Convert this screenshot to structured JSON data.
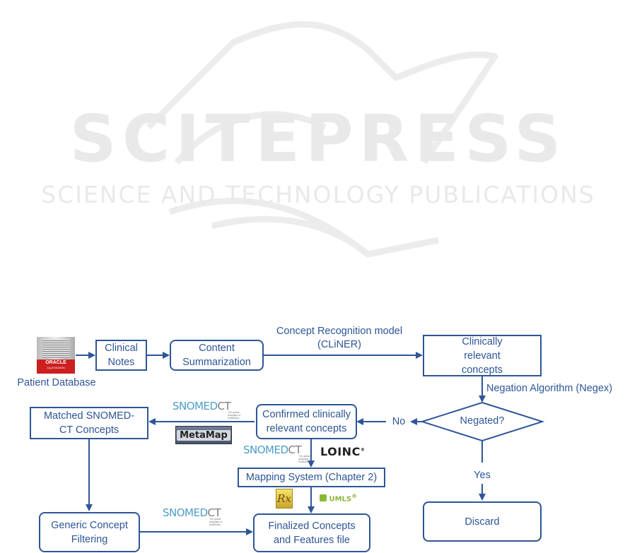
{
  "watermark": {
    "title": "SCITEPRESS",
    "subtitle": "SCIENCE AND TECHNOLOGY PUBLICATIONS",
    "color": "#e9e9e9"
  },
  "nodes": {
    "patient_database": "Patient Database",
    "clinical_notes": "Clinical Notes",
    "content_summarization": "Content Summarization",
    "clinically_relevant_concepts": "Clinically relevant concepts",
    "negated": "Negated?",
    "confirmed_concepts": "Confirmed clinically relevant concepts",
    "matched_snomed": "Matched SNOMED-CT Concepts",
    "mapping_system": "Mapping System (Chapter 2)",
    "generic_filtering": "Generic Concept Filtering",
    "finalized_concepts": "Finalized Concepts and Features file",
    "discard": "Discard"
  },
  "edge_labels": {
    "concept_recognition_line1": "Concept Recognition model",
    "concept_recognition_line2": "(CLiNER)",
    "negation_algorithm": "Negation Algorithm (Negex)",
    "no": "No",
    "yes": "Yes"
  },
  "logos": {
    "snomed": "SNOMED",
    "snomed_ct": "CT",
    "snomed_tagline": "The global language of healthcare",
    "metamap": "MetaMap",
    "loinc": "LOINC",
    "umls": "UMLS",
    "umls_mark": "®",
    "rx": "Rx",
    "oracle": "ORACLE",
    "oracle_sub": "11g EXADATA"
  },
  "colors": {
    "primary": "#2e5597",
    "snomed_blue": "#4d9dc6",
    "umls_green": "#8ab833",
    "oracle_red": "#cc1f1f"
  }
}
